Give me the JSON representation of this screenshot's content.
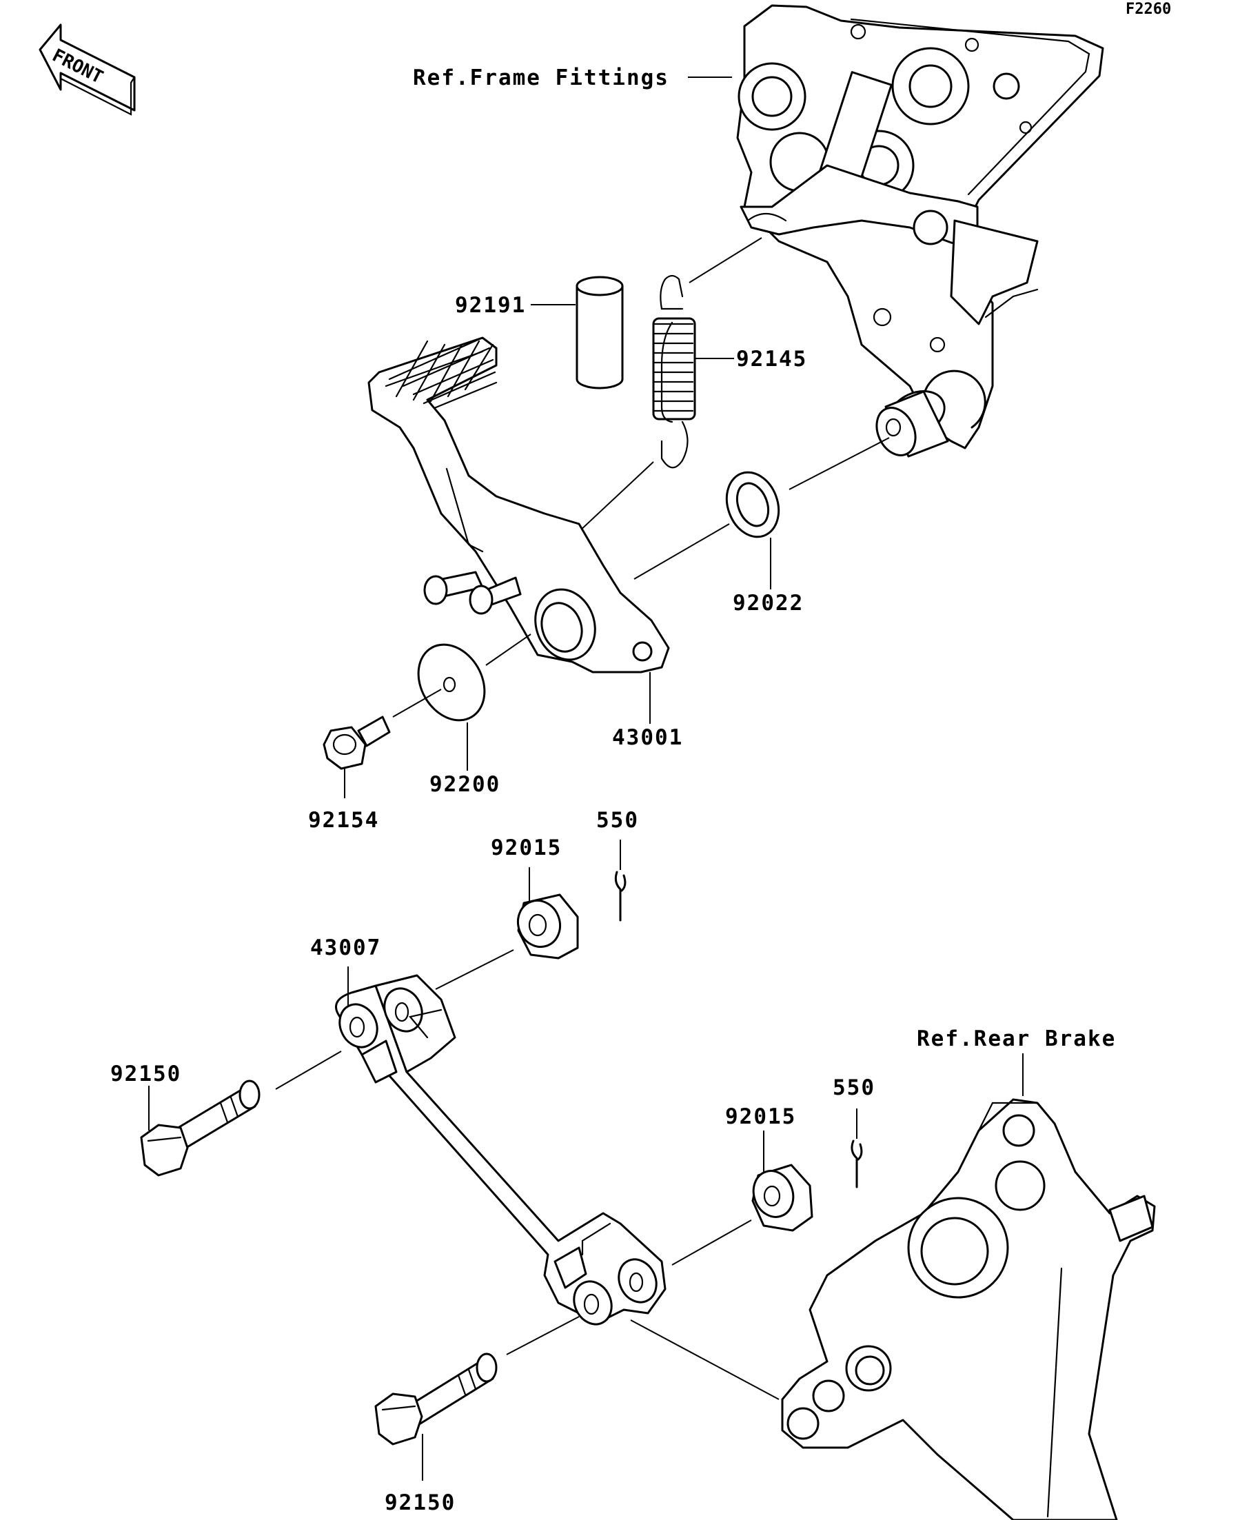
{
  "diagram": {
    "figure_code": "F2260",
    "front_label": "FRONT",
    "references": {
      "frame_fittings": "Ref.Frame Fittings",
      "rear_brake": "Ref.Rear Brake"
    },
    "parts": {
      "collar": "92191",
      "spring": "92145",
      "washer_upper": "92022",
      "pedal": "43001",
      "washer_lower": "92200",
      "bolt_small": "92154",
      "nut_upper": "92015",
      "pin_upper": "550",
      "rod": "43007",
      "bolt_upper": "92150",
      "nut_lower": "92015",
      "pin_lower": "550",
      "bolt_lower": "92150"
    }
  }
}
